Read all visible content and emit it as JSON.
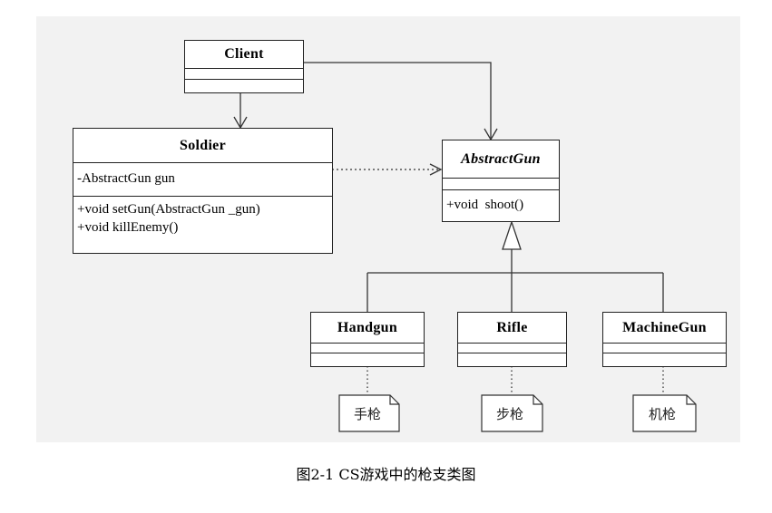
{
  "diagram": {
    "classes": {
      "client": {
        "name": "Client",
        "attributes": [],
        "methods": []
      },
      "soldier": {
        "name": "Soldier",
        "attributes": [
          "-AbstractGun gun"
        ],
        "methods": [
          "+void setGun(AbstractGun _gun)",
          "+void killEnemy()"
        ]
      },
      "abstract_gun": {
        "name": "AbstractGun",
        "attributes": [],
        "methods": [
          "+void  shoot()"
        ]
      },
      "handgun": {
        "name": "Handgun",
        "attributes": [],
        "methods": []
      },
      "rifle": {
        "name": "Rifle",
        "attributes": [],
        "methods": []
      },
      "machine_gun": {
        "name": "MachineGun",
        "attributes": [],
        "methods": []
      }
    },
    "notes": {
      "handgun": "手枪",
      "rifle": "步枪",
      "machine_gun": "机枪"
    }
  },
  "caption": "图2-1 CS游戏中的枪支类图"
}
